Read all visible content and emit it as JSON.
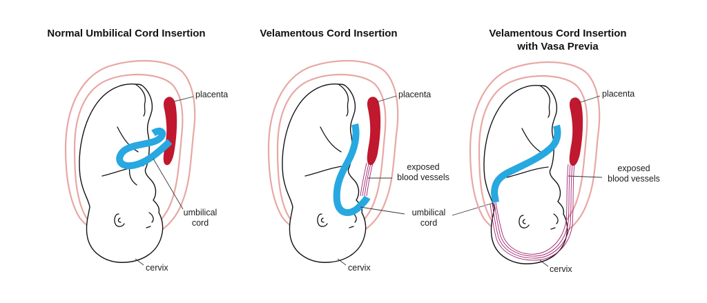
{
  "colors": {
    "uterus": "#e8a7a3",
    "placenta": "#c0182e",
    "cord": "#27a8e0",
    "vessels": "#a0206e",
    "outline": "#111111"
  },
  "panels": [
    {
      "id": "normal",
      "title_lines": [
        "Normal Umbilical Cord Insertion"
      ],
      "labels": {
        "placenta": "placenta",
        "cord_lines": [
          "umbilical",
          "cord"
        ],
        "cervix": "cervix"
      }
    },
    {
      "id": "velamentous",
      "title_lines": [
        "Velamentous Cord Insertion"
      ],
      "labels": {
        "placenta": "placenta",
        "vessels_lines": [
          "exposed",
          "blood vessels"
        ],
        "cord_lines": [
          "umbilical",
          "cord"
        ],
        "cervix": "cervix"
      }
    },
    {
      "id": "vasa-previa",
      "title_lines": [
        "Velamentous Cord Insertion",
        "with Vasa Previa"
      ],
      "labels": {
        "placenta": "placenta",
        "vessels_lines": [
          "exposed",
          "blood vessels"
        ],
        "cervix": "cervix"
      }
    }
  ]
}
